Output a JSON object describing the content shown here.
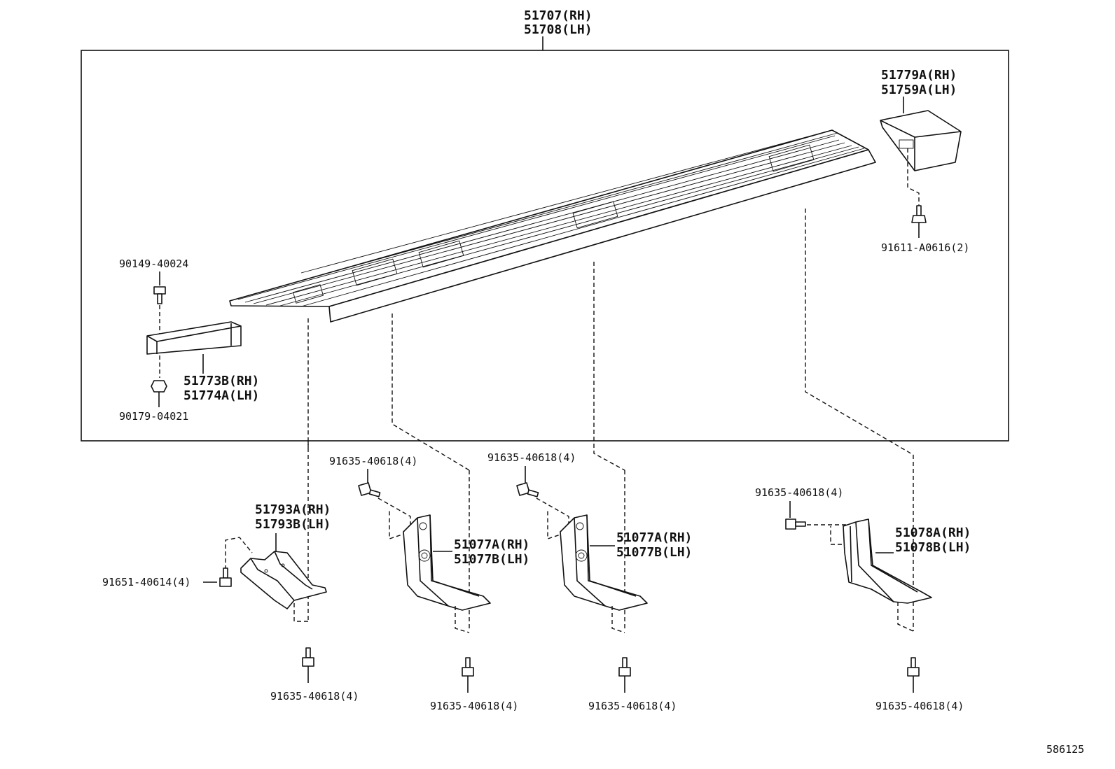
{
  "labels": {
    "board_rh": "51707(RH)",
    "board_lh": "51708(LH)",
    "rear_cap_rh": "51779A(RH)",
    "rear_cap_lh": "51759A(LH)",
    "rear_cap_screw": "91611-A0616(2)",
    "front_cap_rh": "51773B(RH)",
    "front_cap_lh": "51774A(LH)",
    "front_screw": "90149-40024",
    "front_nut": "90179-04021",
    "bracket1_rh": "51793A(RH)",
    "bracket1_lh": "51793B(LH)",
    "bracket1_bolt": "91651-40614(4)",
    "bracket1_bottom_bolt": "91635-40618(4)",
    "bracket2_rh": "51077A(RH)",
    "bracket2_lh": "51077B(LH)",
    "bracket2_top_bolt": "91635-40618(4)",
    "bracket2_bottom_bolt": "91635-40618(4)",
    "bracket3_rh": "51077A(RH)",
    "bracket3_lh": "51077B(LH)",
    "bracket3_top_bolt": "91635-40618(4)",
    "bracket3_bottom_bolt": "91635-40618(4)",
    "bracket4_rh": "51078A(RH)",
    "bracket4_lh": "51078B(LH)",
    "bracket4_top_bolt": "91635-40618(4)",
    "bracket4_bottom_bolt": "91635-40618(4)",
    "diagram_id": "586125"
  },
  "icons": {
    "bolt": "bolt-icon",
    "nut": "nut-icon",
    "screw": "screw-icon"
  }
}
